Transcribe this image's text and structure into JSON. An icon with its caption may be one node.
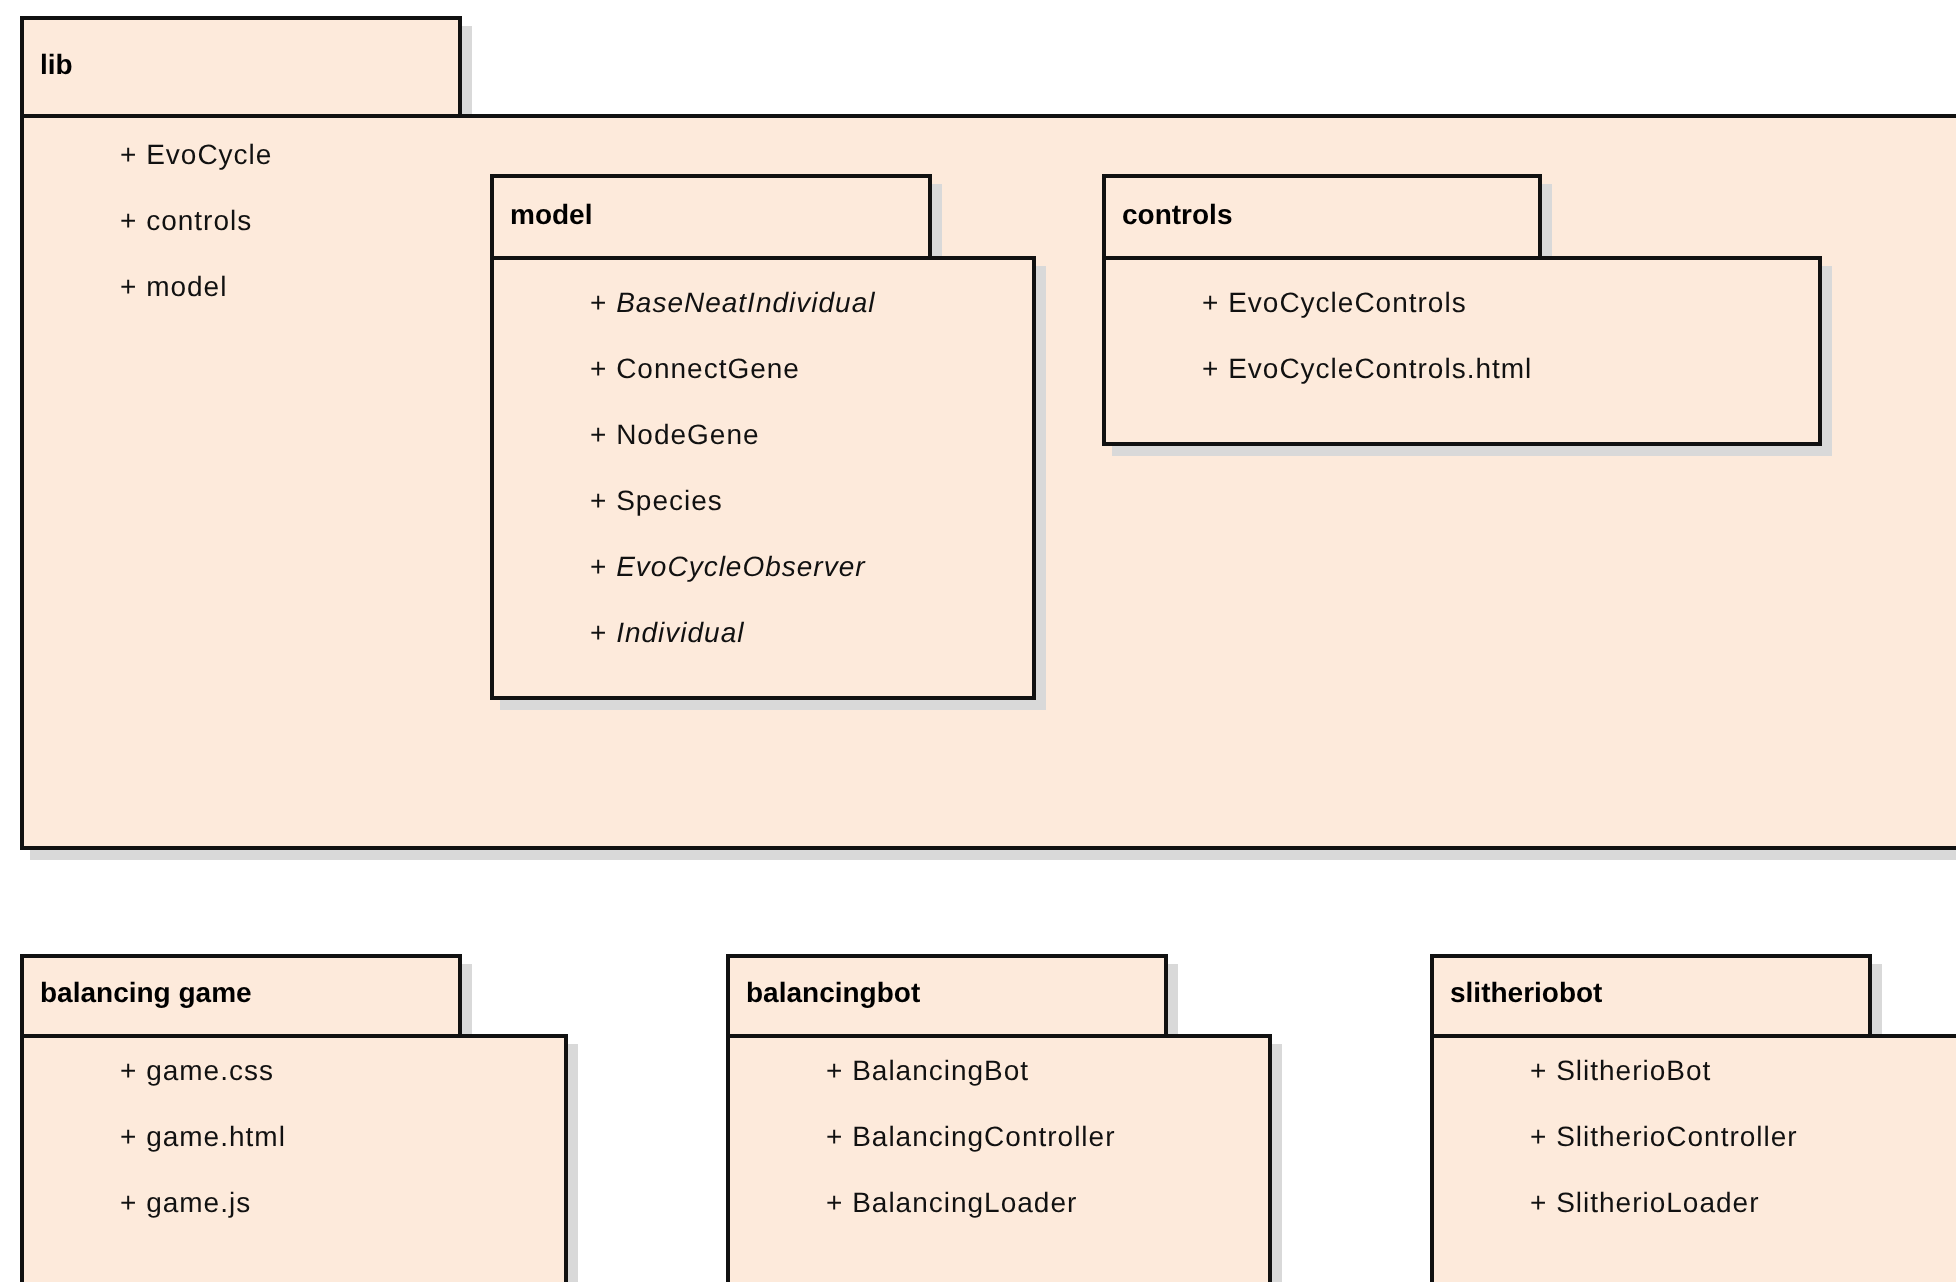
{
  "diagram": {
    "nodes": [
      {
        "text": [
          "lib",
          "+ EvoCycle",
          "+ controls",
          "+ model"
        ]
      },
      {
        "text": [
          "model",
          "+ *BaseNeatIndividual*",
          "+ ConnectGene",
          "+ NodeGene",
          "+ Species",
          "+ *EvoCycleObserver*",
          "+ *Individual*"
        ],
        "in": 0
      },
      {
        "text": [
          "controls",
          "+ EvoCycleControls",
          "+ EvoCycleControls.html"
        ],
        "in": 0
      },
      {
        "text": [
          "balancing game",
          "+ game.css",
          "+ game.html",
          "+ game.js"
        ]
      },
      {
        "text": [
          "balancingbot",
          "+ BalancingBot",
          "+ BalancingController",
          "+ BalancingLoader"
        ]
      },
      {
        "text": [
          "slitheriobot",
          "+ SlitherioBot",
          "+ SlitherioController",
          "+ SlitherioLoader"
        ]
      }
    ]
  }
}
